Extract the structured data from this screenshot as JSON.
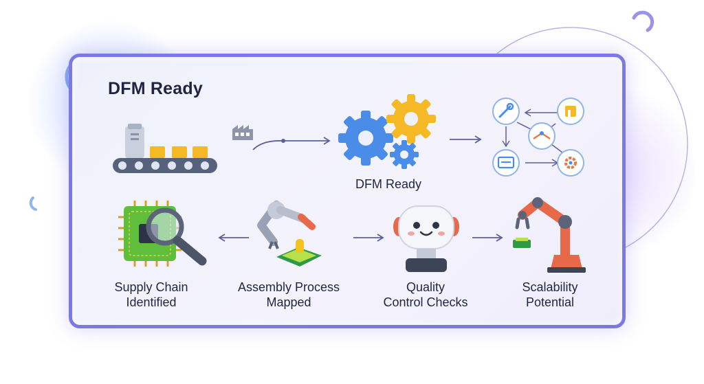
{
  "title": "DFM Ready",
  "center_label": "DFM Ready",
  "steps": [
    {
      "line1": "Supply Chain",
      "line2": "Identified",
      "icon": "chip-magnifier-icon"
    },
    {
      "line1": "Assembly Process",
      "line2": "Mapped",
      "icon": "robot-arm-icon"
    },
    {
      "line1": "Quality",
      "line2": "Control Checks",
      "icon": "robot-head-icon"
    },
    {
      "line1": "Scalability",
      "line2": "Potential",
      "icon": "industrial-robot-arm-icon"
    }
  ],
  "colors": {
    "border": "#7d79e2",
    "gear_blue": "#4a8de8",
    "gear_yellow": "#f5b925",
    "arrow": "#5b5f9a"
  }
}
